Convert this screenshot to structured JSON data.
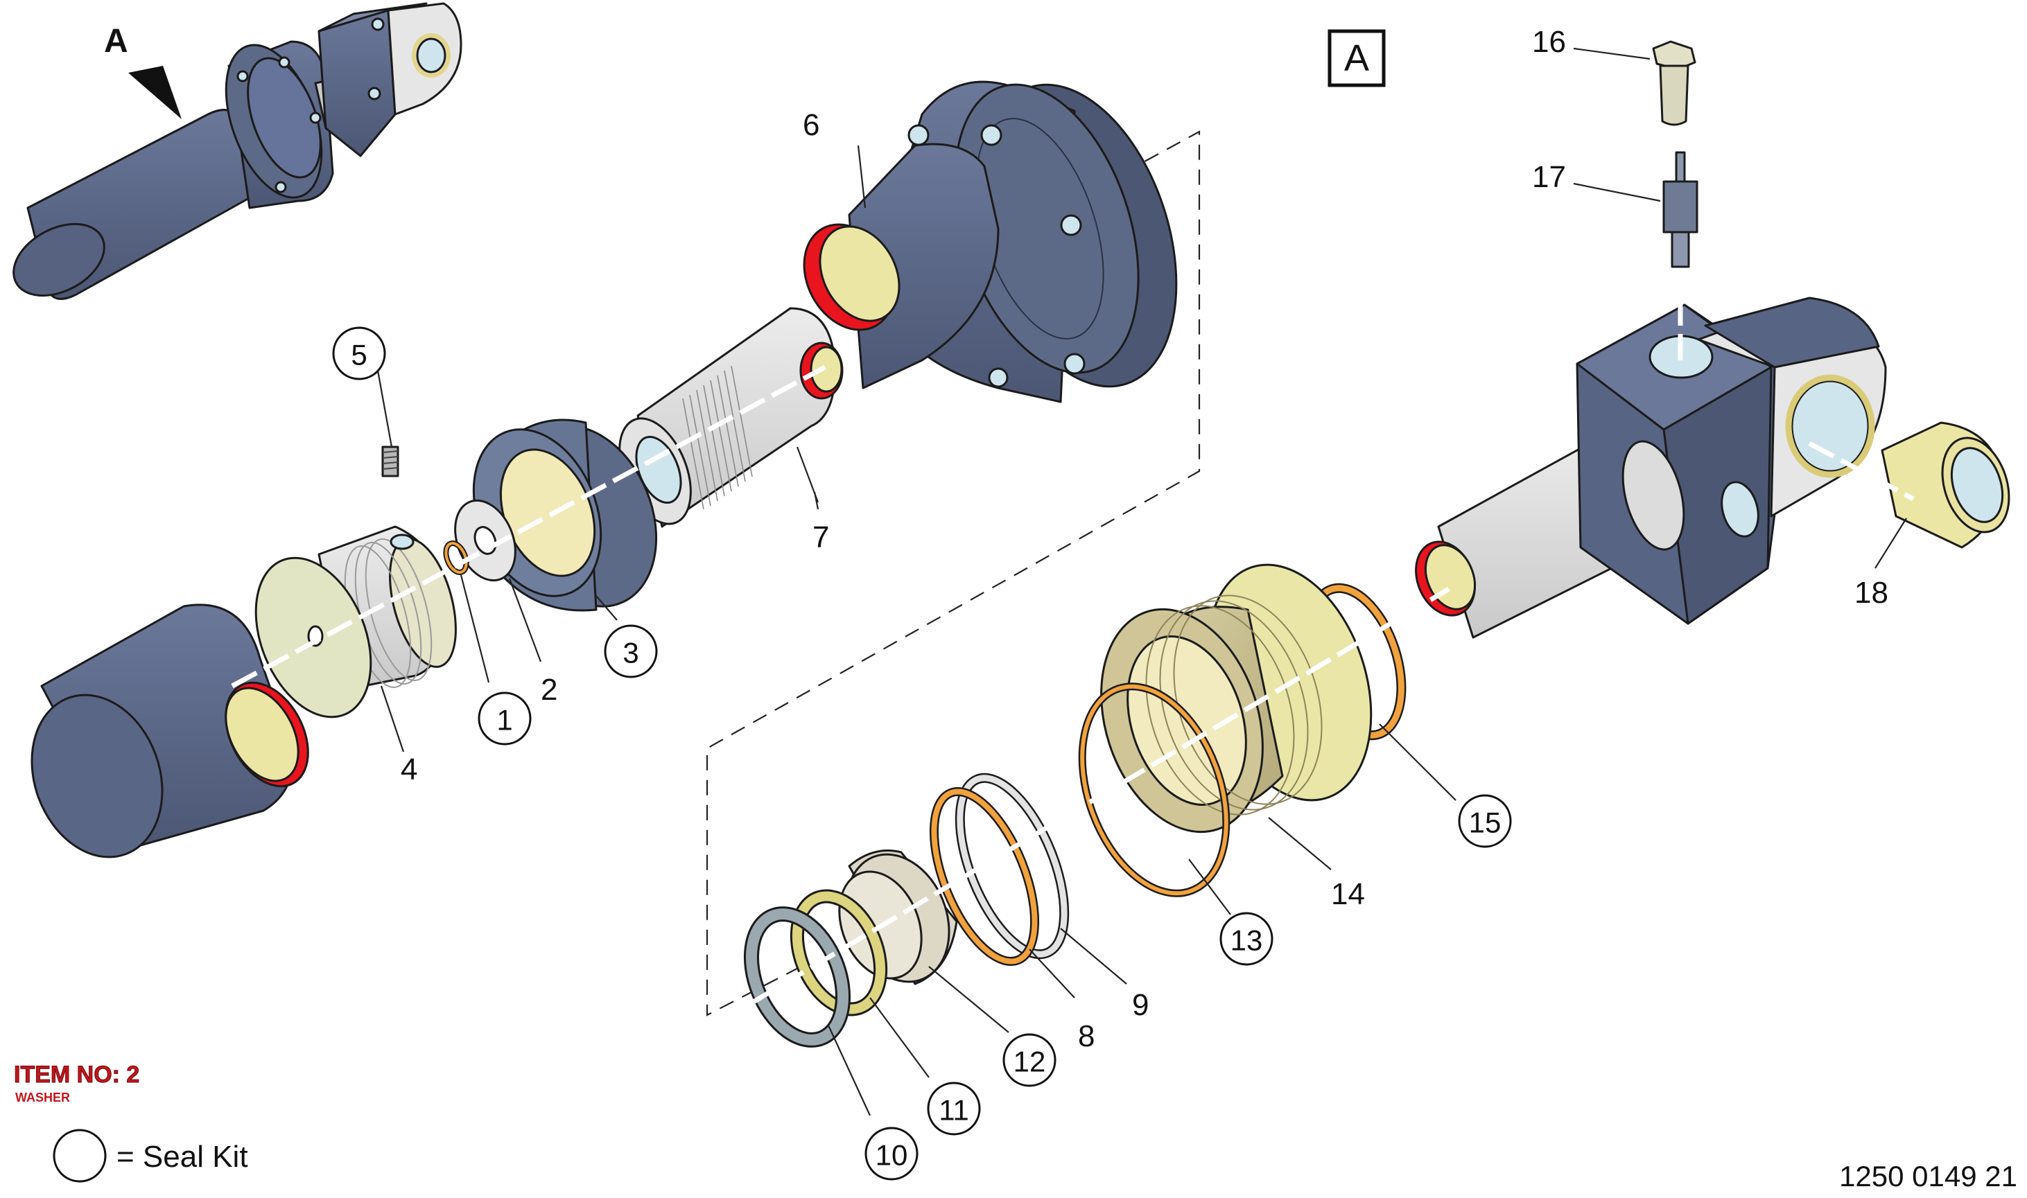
{
  "view_label_A": "A",
  "view_box_label": "A",
  "item_info": {
    "title": "ITEM NO: 2",
    "subtitle": "WASHER"
  },
  "legend": {
    "text": "= Seal Kit"
  },
  "drawing_number": "1250 0149 21",
  "callouts": {
    "c1": "1",
    "c2": "2",
    "c3": "3",
    "c4": "4",
    "c5": "5",
    "c6": "6",
    "c7": "7",
    "c8": "8",
    "c9": "9",
    "c10": "10",
    "c11": "11",
    "c12": "12",
    "c13": "13",
    "c14": "14",
    "c15": "15",
    "c16": "16",
    "c17": "17",
    "c18": "18"
  },
  "colors": {
    "steel_blue": "#5d6a87",
    "light_gray": "#dcdcdc",
    "seal_red": "#e8141e",
    "bushing_yellow": "#ece6a5",
    "orange_ring": "#f2a23c",
    "item_red": "#c4161c"
  }
}
